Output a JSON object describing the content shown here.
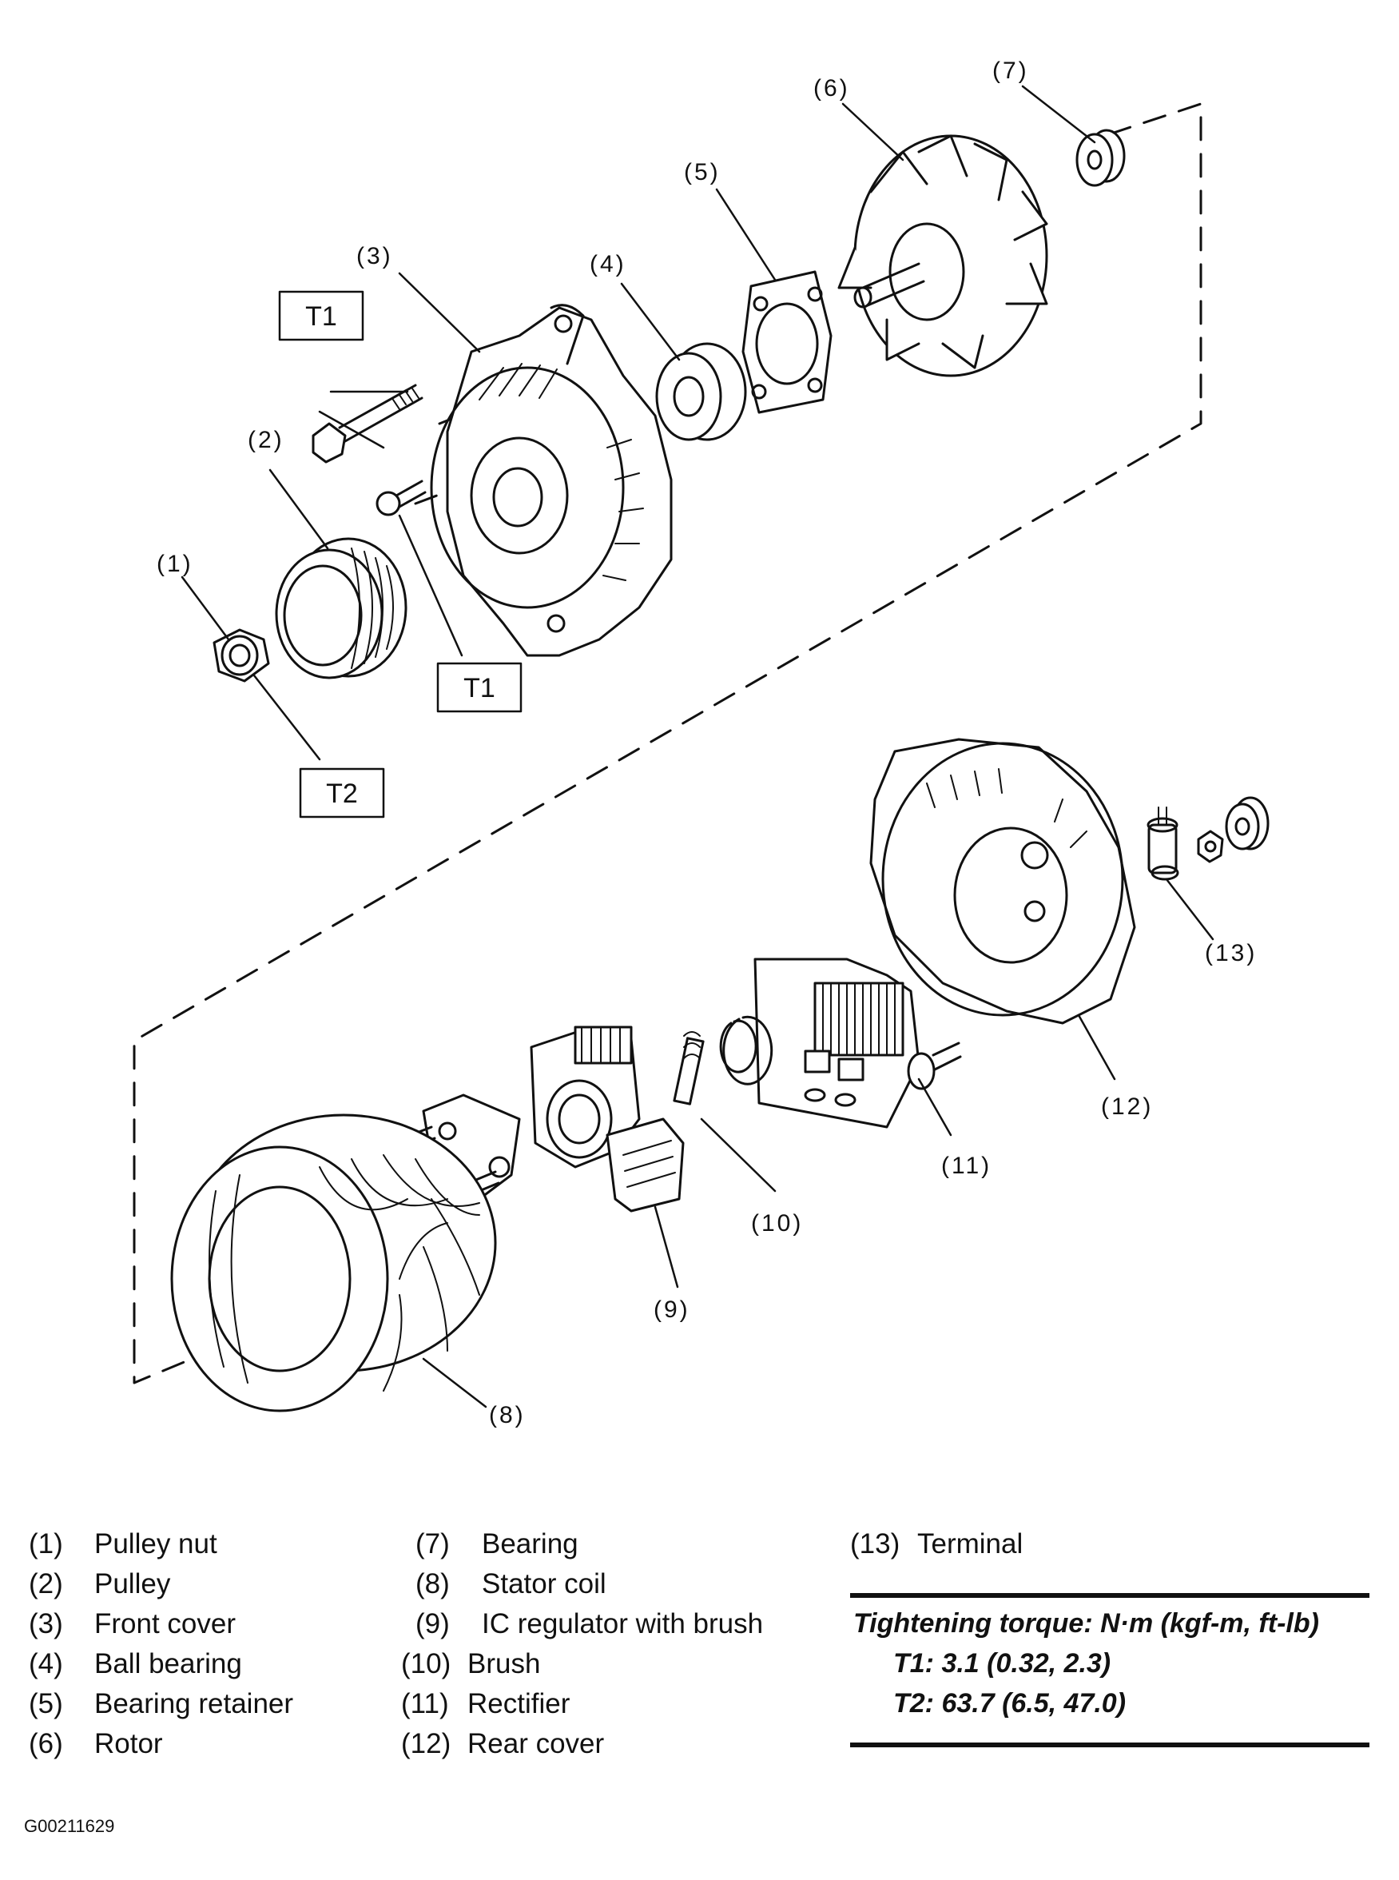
{
  "callouts": {
    "c1": "(1)",
    "c2": "(2)",
    "c3": "(3)",
    "c4": "(4)",
    "c5": "(5)",
    "c6": "(6)",
    "c7": "(7)",
    "c8": "(8)",
    "c9": "(9)",
    "c10": "(10)",
    "c11": "(11)",
    "c12": "(12)",
    "c13": "(13)"
  },
  "torque_tags": {
    "t1_upper": "T1",
    "t1_lower": "T1",
    "t2": "T2"
  },
  "legend": {
    "col1": [
      {
        "num": "(1)",
        "name": "Pulley nut"
      },
      {
        "num": "(2)",
        "name": "Pulley"
      },
      {
        "num": "(3)",
        "name": "Front cover"
      },
      {
        "num": "(4)",
        "name": "Ball bearing"
      },
      {
        "num": "(5)",
        "name": "Bearing retainer"
      },
      {
        "num": "(6)",
        "name": "Rotor"
      }
    ],
    "col2": [
      {
        "num": "(7)",
        "name": "Bearing"
      },
      {
        "num": "(8)",
        "name": "Stator coil"
      },
      {
        "num": "(9)",
        "name": "IC regulator with brush"
      },
      {
        "num": "(10)",
        "name": "Brush"
      },
      {
        "num": "(11)",
        "name": "Rectifier"
      },
      {
        "num": "(12)",
        "name": "Rear cover"
      }
    ],
    "col3": [
      {
        "num": "(13)",
        "name": "Terminal"
      }
    ]
  },
  "torque": {
    "heading": "Tightening torque: N·m (kgf-m, ft-lb)",
    "t1": "T1: 3.1 (0.32, 2.3)",
    "t2": "T2: 63.7 (6.5, 47.0)"
  },
  "figure_code": "G00211629"
}
